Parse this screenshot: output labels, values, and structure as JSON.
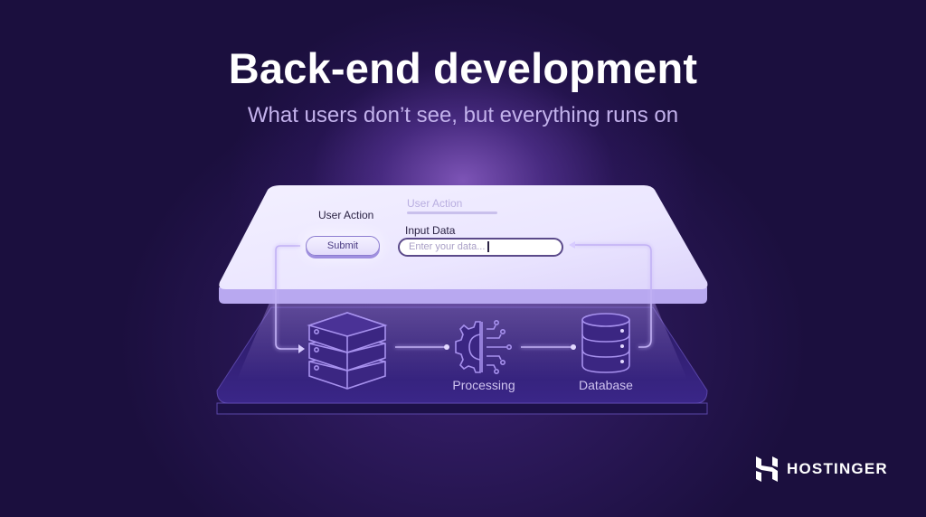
{
  "header": {
    "title": "Back-end development",
    "subtitle": "What users don’t see, but everything runs on"
  },
  "frontend_panel": {
    "user_action_label": "User Action",
    "faded_user_action_label": "User Action",
    "submit_button": "Submit",
    "input_label": "Input Data",
    "input_placeholder": "Enter your data..."
  },
  "backend_panel": {
    "nodes": [
      {
        "id": "server",
        "icon": "server-stack-icon",
        "label": ""
      },
      {
        "id": "processing",
        "icon": "gear-circuit-icon",
        "label": "Processing"
      },
      {
        "id": "database",
        "icon": "database-icon",
        "label": "Database"
      }
    ],
    "flow": [
      "Submit",
      "server",
      "Processing",
      "Database",
      "Input Data"
    ]
  },
  "brand": {
    "logo_icon": "hostinger-h-icon",
    "name": "HOSTINGER"
  },
  "colors": {
    "background": "#1b0f3e",
    "glow": "#8c5fc8",
    "title": "#ffffff",
    "subtitle": "#c3b2ec",
    "panel_light": "#ece8ff",
    "panel_dark": "#2e1c6a",
    "line": "#b7a4f2"
  }
}
